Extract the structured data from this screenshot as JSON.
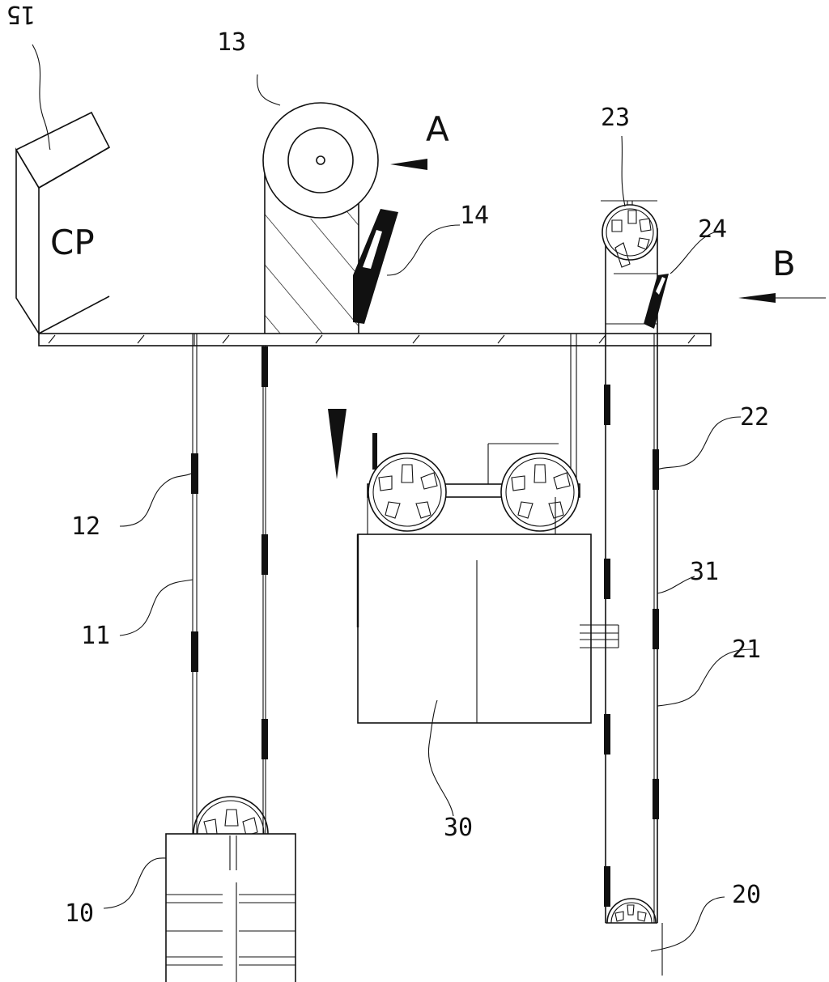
{
  "labels": {
    "cp_text": "CP",
    "l10": "10",
    "l11": "11",
    "l12": "12",
    "l13": "13",
    "l14": "14",
    "l15": "15",
    "l20": "20",
    "l21": "21",
    "l22": "22",
    "l23": "23",
    "l24": "24",
    "l30": "30",
    "l31": "31",
    "view_a": "A",
    "view_b": "B"
  }
}
